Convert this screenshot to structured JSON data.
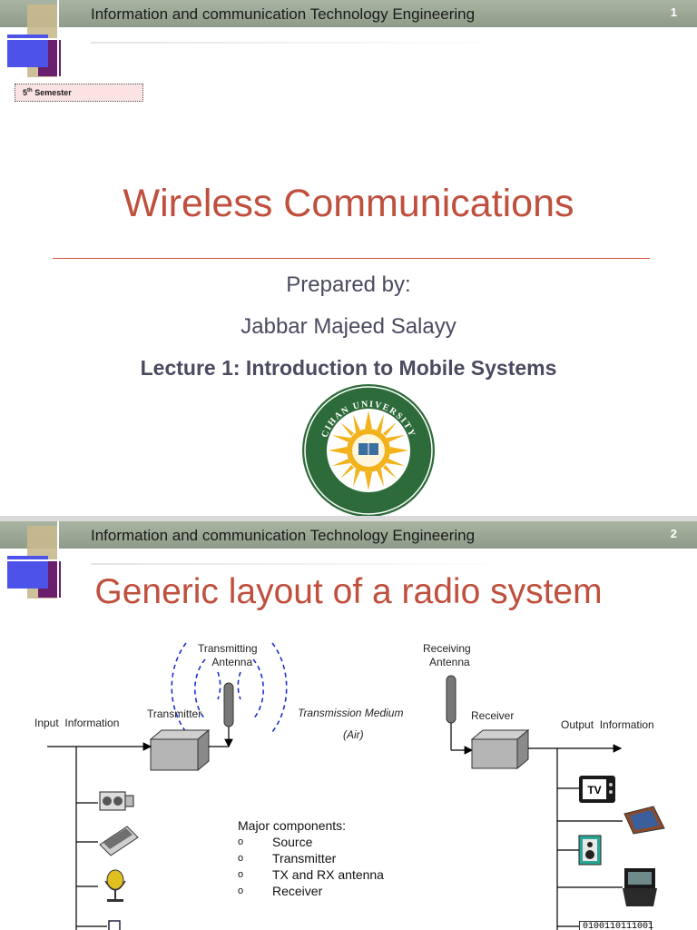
{
  "slide1": {
    "header": "Information and communication Technology Engineering",
    "page_number": "1",
    "semester": {
      "number": "5",
      "suffix": "th",
      "text": " Semester"
    },
    "title": "Wireless Communications",
    "prepared_by": "Prepared by:",
    "author": "Jabbar Majeed Salayy",
    "lecture": "Lecture 1: Introduction to Mobile Systems",
    "logo": {
      "name": "cihan-university-seal-icon",
      "text": "CIHAN UNIVERSITY"
    }
  },
  "slide2": {
    "header": "Information and communication Technology Engineering",
    "page_number": "2",
    "title": "Generic layout of a radio system",
    "diagram": {
      "transmitting_antenna": [
        "Transmitting",
        "Antenna"
      ],
      "receiving_antenna": [
        "Receiving",
        "Antenna"
      ],
      "input_information": "Input  Information",
      "transmitter": "Transmitter",
      "transmission_medium": "Transmission Medium",
      "air": "(Air)",
      "receiver": "Receiver",
      "output_information": "Output  Information",
      "tv_label": "TV",
      "bitstream": "0100110111001"
    },
    "components": {
      "heading": "Major components:",
      "bullet": "o",
      "items": [
        "Source",
        "Transmitter",
        "TX and RX antenna",
        "Receiver"
      ]
    }
  },
  "colors": {
    "title_red": "#c0503e",
    "header_bar": "#9aa794",
    "deco_blue": "#4d52e8",
    "deco_purple": "#6a1f6e",
    "deco_tan": "#c9b98e",
    "wave_blue": "#1c2fd1",
    "seal_green": "#2e6b3a",
    "seal_gold": "#f2b21c"
  }
}
